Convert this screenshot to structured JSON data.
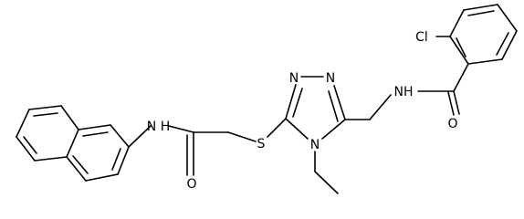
{
  "structure": {
    "atom_labels": {
      "chlorine": "Cl",
      "amide_nh_right": "NH",
      "carbonyl_o_right": "O",
      "triazole_n1": "N",
      "triazole_n2": "N",
      "triazole_n4": "N",
      "sulfur": "S",
      "amide_nh_left": "N",
      "amide_h_left": "H",
      "carbonyl_o_left": "O"
    }
  }
}
